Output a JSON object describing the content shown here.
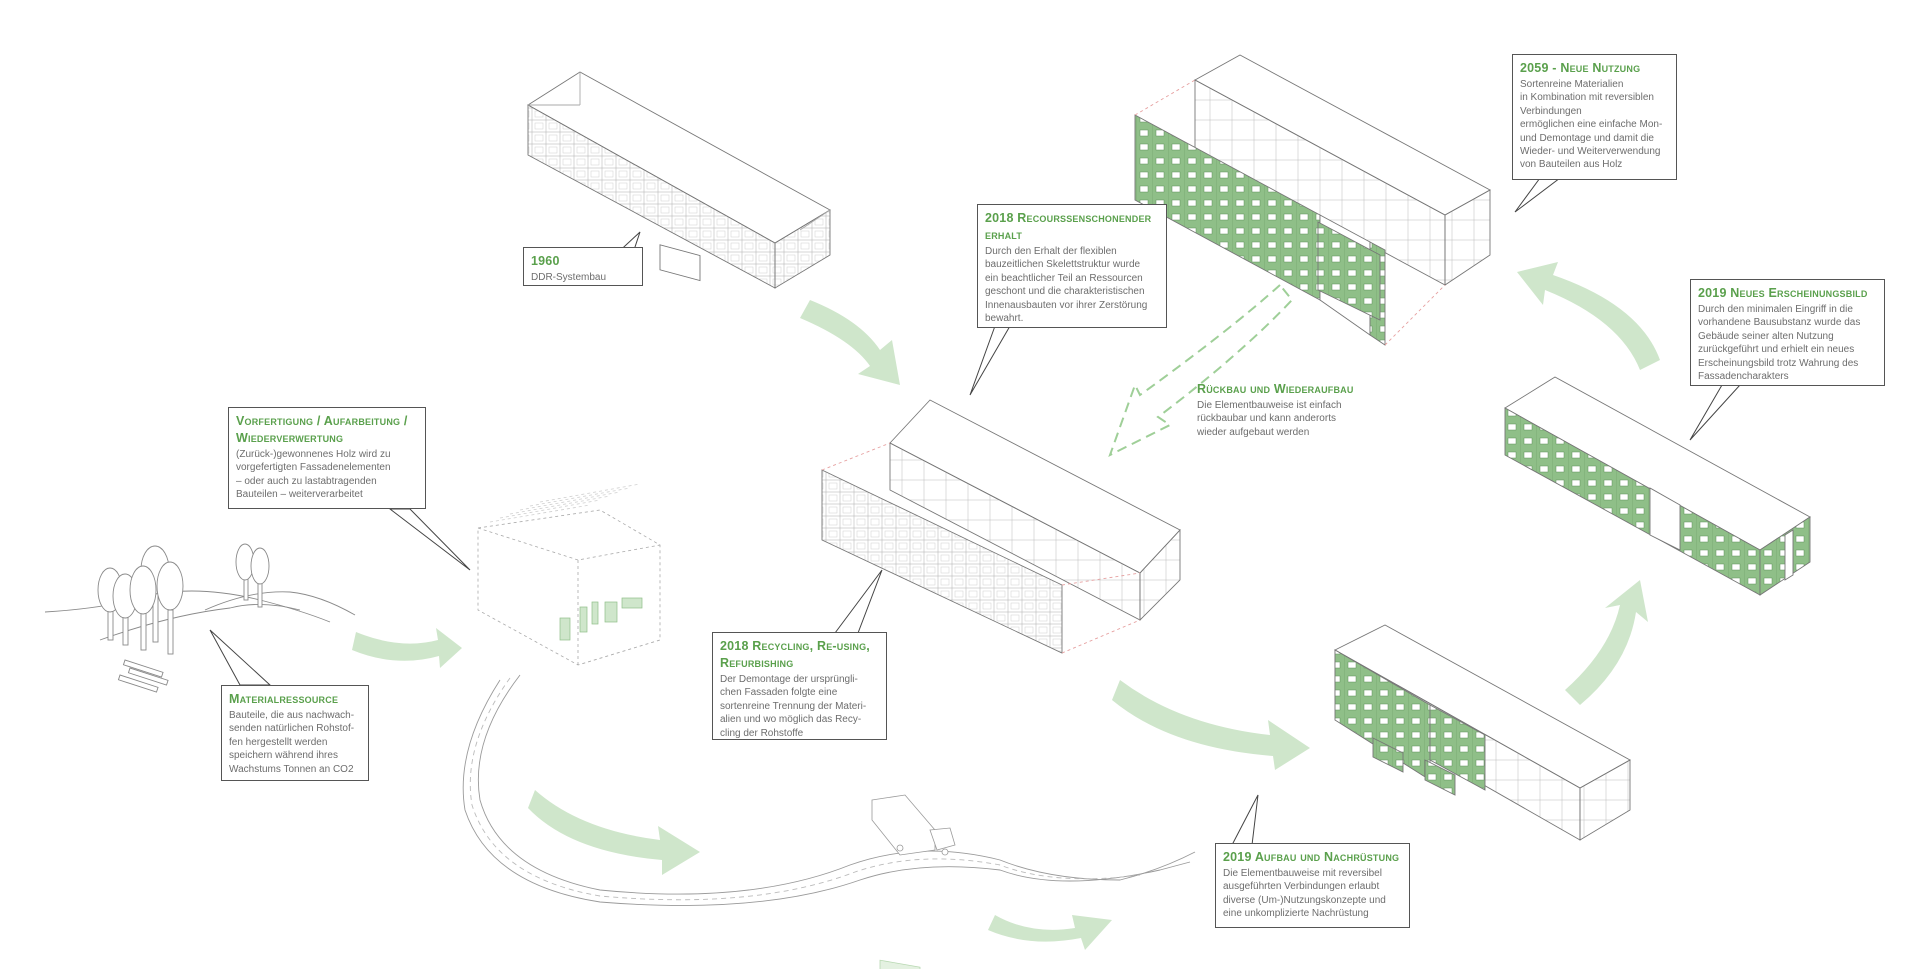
{
  "diagram": {
    "title": "",
    "accent_color": "#5aa04c",
    "arrow_color": "#cfe6cb",
    "facade_color": "#8fbf88",
    "line_color": "#8a8a8a",
    "callouts": {
      "c1960": {
        "year": "1960",
        "title": "",
        "lines": [
          "DDR-Systembau"
        ]
      },
      "c2018erhalt": {
        "year": "2018",
        "title": "Recourssenschonender erhalt",
        "lines": [
          "Durch den Erhalt der flexiblen",
          "bauzeitlichen Skelettstruktur wurde",
          "ein beachtlicher Teil an Ressourcen",
          "geschont und die charakteristischen",
          "Innenausbauten vor ihrer Zerstörung",
          "bewahrt."
        ]
      },
      "c2059": {
        "year": "2059 -",
        "title": "Neue Nutzung",
        "lines": [
          "Sortenreine Materialien",
          "in Kombination mit reversiblen",
          "Verbindungen",
          "ermöglichen eine einfache Mon-",
          "und Demontage und damit die",
          "Wieder- und Weiterverwendung",
          "von Bauteilen aus Holz"
        ]
      },
      "c2019bild": {
        "year": "2019",
        "title": "Neues Erscheinungsbild",
        "lines": [
          "Durch den minimalen Eingriff in die",
          "vorhandene Bausubstanz wurde das",
          "Gebäude seiner alten Nutzung",
          "zurückgeführt und erhielt ein neues",
          "Erscheinungsbild trotz Wahrung des",
          "Fassadencharakters"
        ]
      },
      "crueckbau": {
        "year": "",
        "title": "Rückbau und Wiederaufbau",
        "lines": [
          "Die Elementbauweise ist einfach",
          "rückbaubar und kann anderorts",
          "wieder aufgebaut werden"
        ]
      },
      "cvorfertigung": {
        "year": "",
        "title": "Vorfertigung / Aufarbeitung / Wiederverwertung",
        "lines": [
          "(Zurück-)gewonnenes Holz wird zu",
          "vorgefertigten Fassadenelementen",
          "– oder auch zu lastabtragenden",
          "Bauteilen – weiterverarbeitet"
        ]
      },
      "cmaterial": {
        "year": "",
        "title": "Materialressource",
        "lines": [
          "Bauteile, die aus nachwach-",
          "senden natürlichen Rohstof-",
          "fen hergestellt werden",
          "speichern während ihres",
          "Wachstums Tonnen an CO2"
        ]
      },
      "c2018recycling": {
        "year": "2018",
        "title": "Recycling, Re-using, Refurbishing",
        "lines": [
          "Der Demontage der ursprüngli-",
          "chen Fassaden folgte eine",
          "sortenreine Trennung der Materi-",
          "alien und wo möglich das Recy-",
          "cling der Rohstoffe"
        ]
      },
      "c2019aufbau": {
        "year": "2019",
        "title": "Aufbau und Nachrüstung",
        "lines": [
          "Die Elementbauweise mit reversibel",
          "ausgeführten Verbindungen erlaubt",
          "diverse (Um-)Nutzungskonzepte und",
          "eine unkomplizierte Nachrüstung"
        ]
      }
    },
    "illustrations": [
      "forest-landscape",
      "prefab-workshop",
      "truck-on-road",
      "building-1960",
      "building-2018-skeleton",
      "building-2019-assembly",
      "building-2019-new-facade",
      "building-2059-new-use"
    ]
  }
}
